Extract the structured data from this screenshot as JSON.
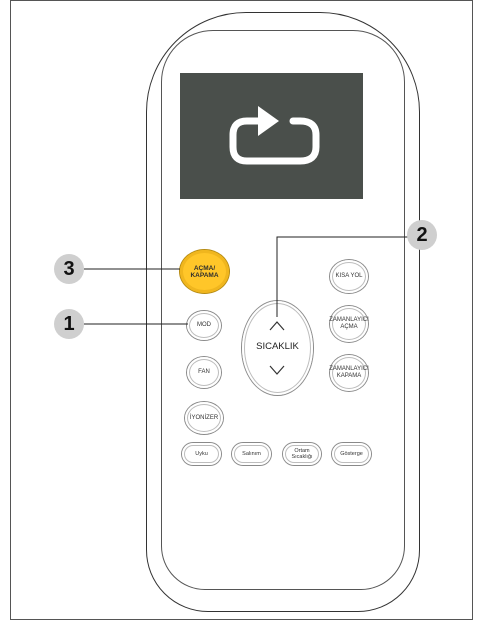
{
  "display": {
    "icon": "repeat-arrow-icon"
  },
  "buttons": {
    "power_line1": "AÇMA/",
    "power_line2": "KAPAMA",
    "mode": "MOD",
    "fan": "FAN",
    "ionizer": "İYONİZER",
    "shortcut": "KISA YOL",
    "timer_on_line1": "ZAMANLAYICI",
    "timer_on_line2": "AÇMA",
    "timer_off_line1": "ZAMANLAYICI",
    "timer_off_line2": "KAPAMA",
    "temperature": "SICAKLIK",
    "sleep": "Uyku",
    "swing": "Salınım",
    "ambient_line1": "Ortam",
    "ambient_line2": "Sıcaklığı",
    "display": "Gösterge"
  },
  "callouts": {
    "c1": "1",
    "c2": "2",
    "c3": "3"
  },
  "colors": {
    "power": "#ffc629",
    "screen": "#4a4f4b",
    "callout": "#cfcfcf"
  }
}
